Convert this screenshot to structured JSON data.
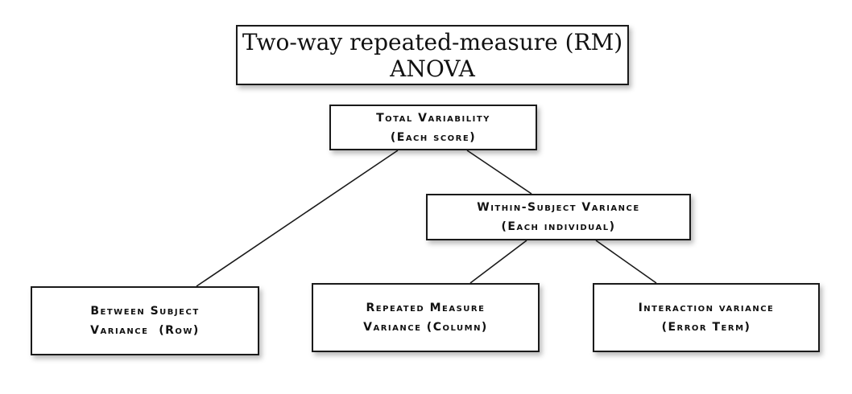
{
  "title": {
    "line1": "Two-way repeated-measure (RM)",
    "line2": "ANOVA"
  },
  "nodes": {
    "total": {
      "line1": "Total Variability",
      "line2": "(Each score)"
    },
    "within": {
      "line1": "Within-Subject Variance",
      "line2": "(Each individual)"
    },
    "between": {
      "line1": "Between Subject",
      "line2": "Variance  (Row)"
    },
    "repeated": {
      "line1": "Repeated Measure",
      "line2": "Variance (Column)"
    },
    "interaction": {
      "line1": "Interaction variance",
      "line2": "(Error Term)"
    }
  },
  "edges": [
    {
      "from": "total",
      "to": "between"
    },
    {
      "from": "total",
      "to": "within"
    },
    {
      "from": "within",
      "to": "repeated"
    },
    {
      "from": "within",
      "to": "interaction"
    }
  ],
  "colors": {
    "stroke": "#1a1a1a",
    "text": "#111111",
    "background": "#ffffff"
  }
}
